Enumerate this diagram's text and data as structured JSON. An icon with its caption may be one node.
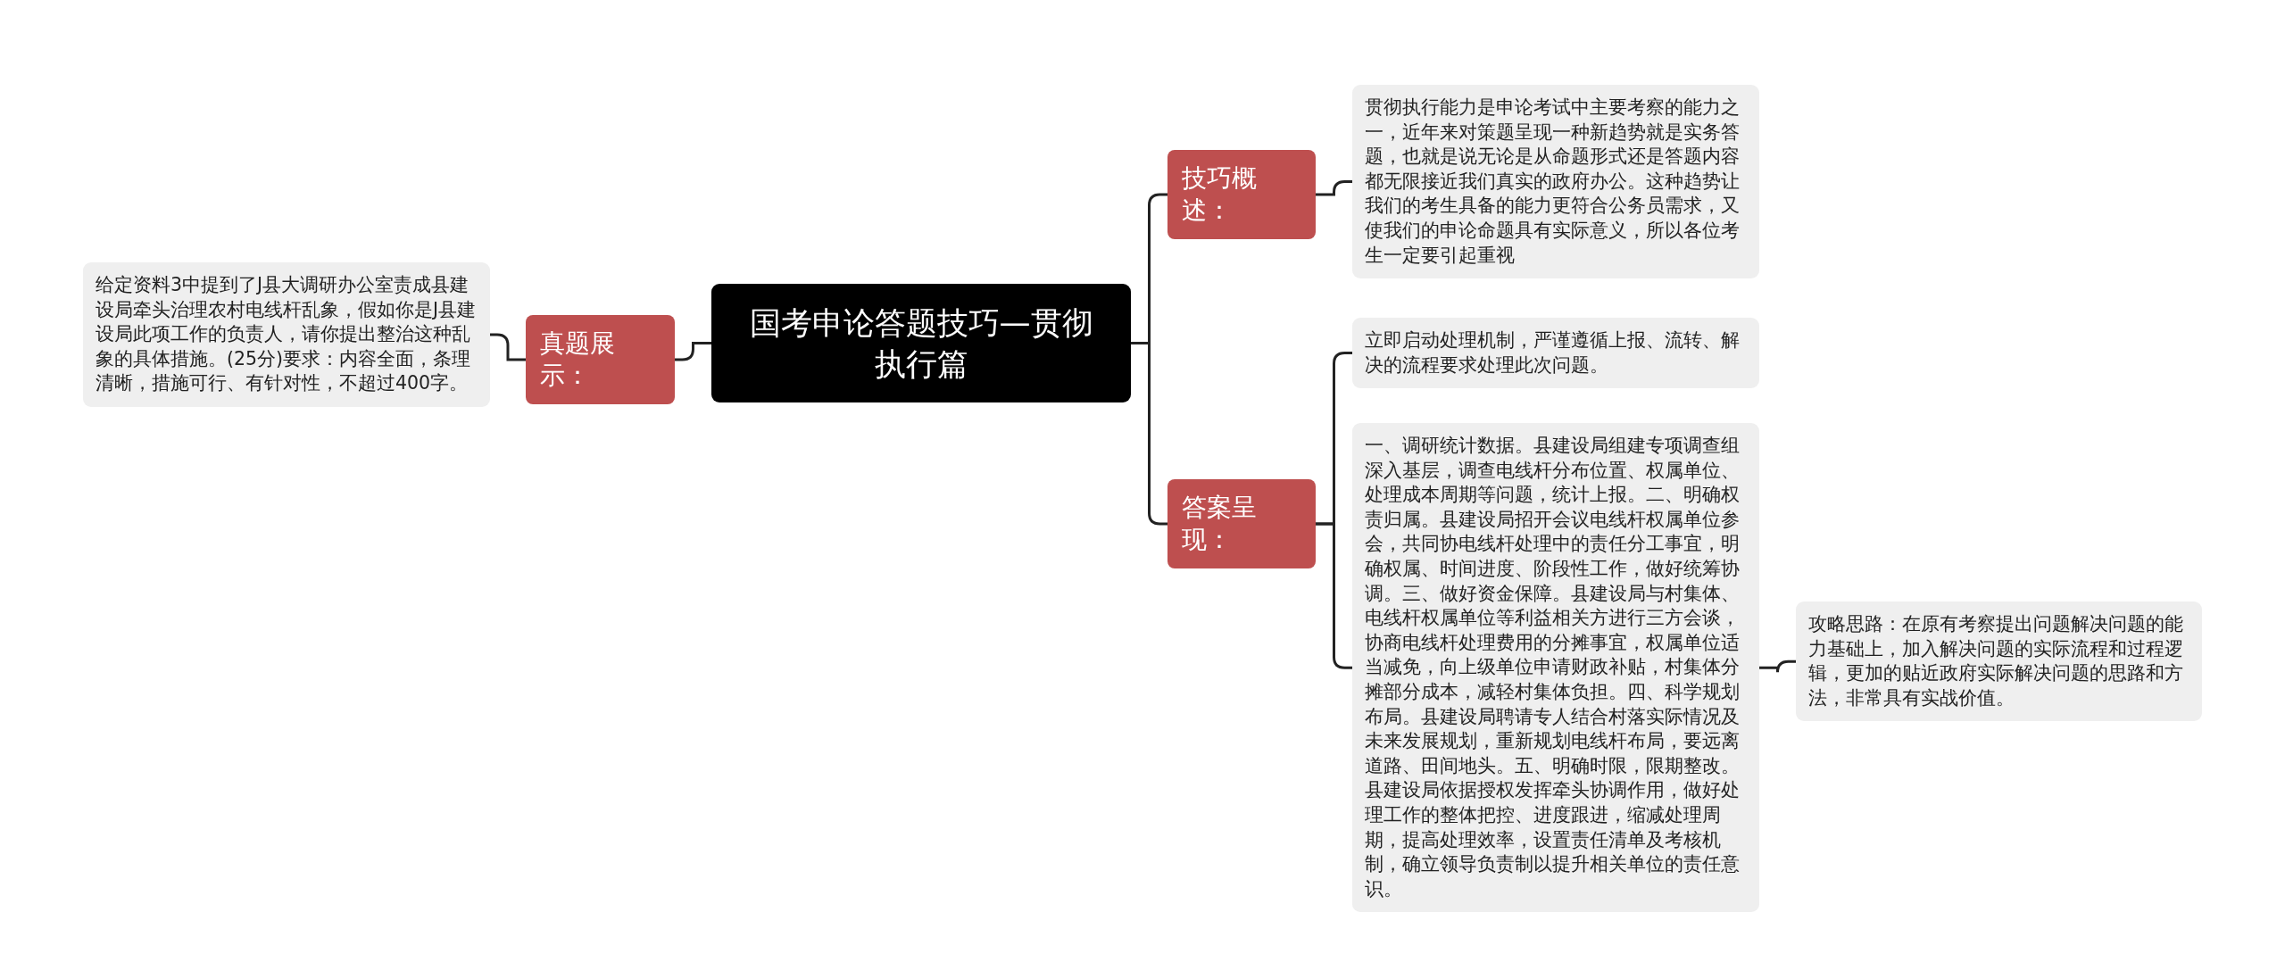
{
  "diagram": {
    "nodes": [
      {
        "text": [
          "国考申论答题技巧—贯彻执行篇"
        ]
      },
      {
        "text": [
          "真题展示："
        ]
      },
      {
        "text": [
          "给定资料3中提到了J县大调研办公室责成县建设局牵头治理农村电线杆乱象，假如你是J县建设局此项工作的负责人，请你提出整治这种乱象的具体措施。(25分)要求：内容全面，条理清晰，措施可行、有针对性，不超过400字。"
        ]
      },
      {
        "text": [
          "技巧概述："
        ]
      },
      {
        "text": [
          "贯彻执行能力是申论考试中主要考察的能力之一，近年来对策题呈现一种新趋势就是实务答题，也就是说无论是从命题形式还是答题内容都无限接近我们真实的政府办公。这种趋势让我们的考生具备的能力更符合公务员需求，又使我们的申论命题具有实际意义，所以各位考生一定要引起重视"
        ]
      },
      {
        "text": [
          "答案呈现："
        ]
      },
      {
        "text": [
          "立即启动处理机制，严谨遵循上报、流转、解决的流程要求处理此次问题。"
        ]
      },
      {
        "text": [
          "一、调研统计数据。县建设局组建专项调查组深入基层，调查电线杆分布位置、权属单位、处理成本周期等问题，统计上报。二、明确权责归属。县建设局招开会议电线杆权属单位参会，共同协电线杆处理中的责任分工事宜，明确权属、时间进度、阶段性工作，做好统筹协调。三、做好资金保障。县建设局与村集体、电线杆权属单位等利益相关方进行三方会谈，协商电线杆处理费用的分摊事宜，权属单位适当减免，向上级单位申请财政补贴，村集体分摊部分成本，减轻村集体负担。四、科学规划布局。县建设局聘请专人结合村落实际情况及未来发展规划，重新规划电线杆布局，要远离道路、田间地头。五、明确时限，限期整改。县建设局依据授权发挥牵头协调作用，做好处理工作的整体把控、进度跟进，缩减处理周期，提高处理效率，设置责任清单及考核机制，确立领导负责制以提升相关单位的责任意识。"
        ]
      },
      {
        "text": [
          "攻略思路：在原有考察提出问题解决问题的能力基础上，加入解决问题的实际流程和过程逻辑，更加的贴近政府实际解决问题的思路和方法，非常具有实战价值。"
        ]
      }
    ],
    "edges": [
      {
        "from": 0,
        "to": 1,
        "arrow": "none"
      },
      {
        "from": 1,
        "to": 2,
        "arrow": "none"
      },
      {
        "from": 0,
        "to": 3,
        "arrow": "none"
      },
      {
        "from": 3,
        "to": 4,
        "arrow": "none"
      },
      {
        "from": 0,
        "to": 5,
        "arrow": "none"
      },
      {
        "from": 5,
        "to": 6,
        "arrow": "none"
      },
      {
        "from": 5,
        "to": 7,
        "arrow": "none"
      },
      {
        "from": 7,
        "to": 8,
        "arrow": "none"
      }
    ]
  }
}
